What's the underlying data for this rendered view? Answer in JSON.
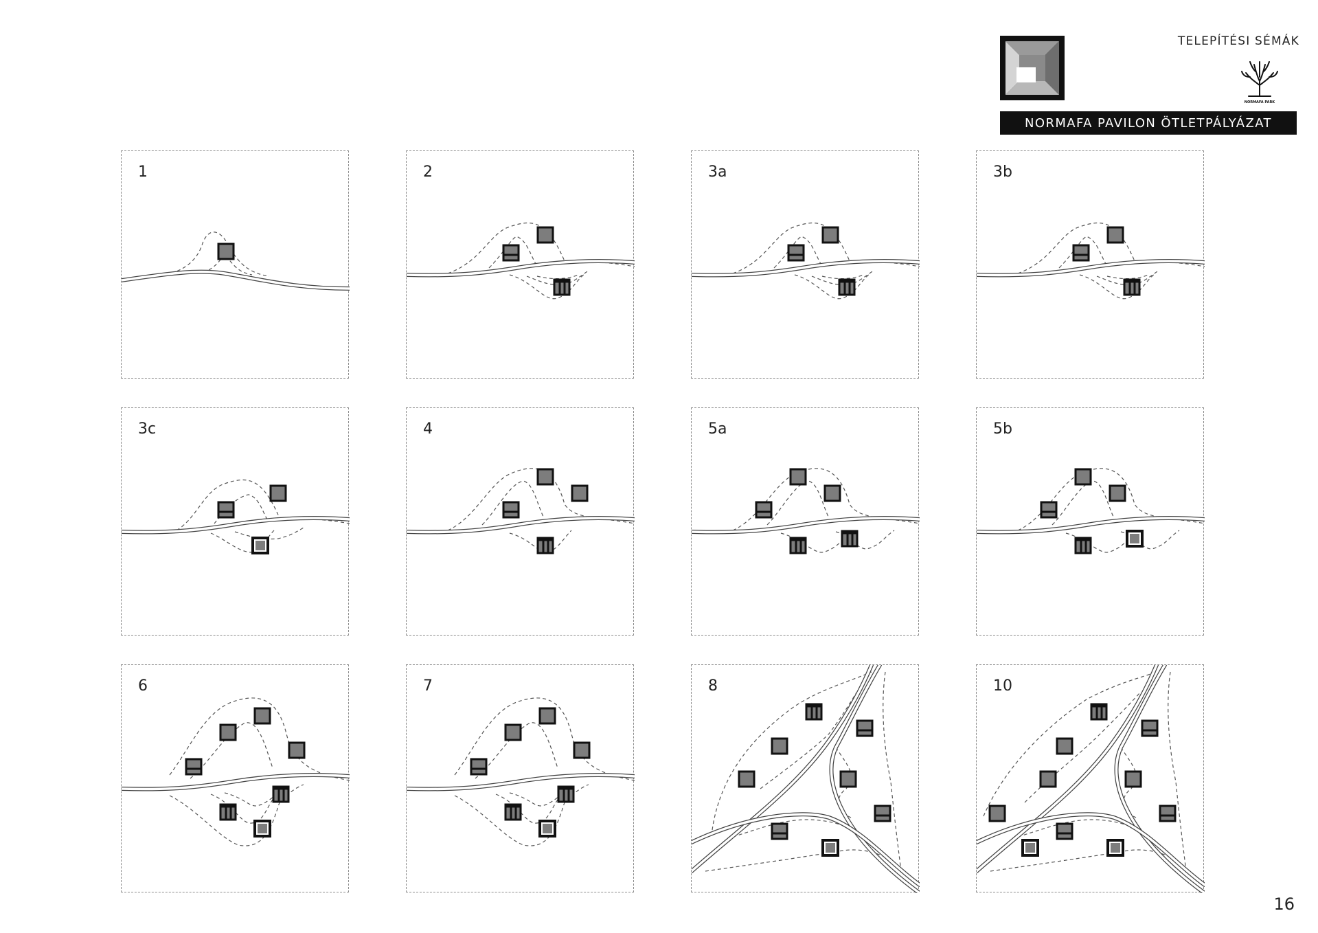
{
  "header": {
    "section_title": "TELEPÍTÉSI SÉMÁK",
    "title": "NORMAFA PAVILON ÖTLETPÁLYÁZAT",
    "brand_text": "NORMAFA PARK"
  },
  "page_number": "16",
  "colors": {
    "building_fill": "#7d7d7d",
    "building_stroke": "#111111",
    "dash": "#555555"
  },
  "panels": [
    {
      "label": "1",
      "layout": "A",
      "buildings": [
        {
          "t": "plain"
        }
      ]
    },
    {
      "label": "2",
      "layout": "B",
      "buildings": [
        {
          "t": "bar"
        },
        {
          "t": "plain"
        },
        {
          "t": "split"
        }
      ]
    },
    {
      "label": "3a",
      "layout": "B",
      "buildings": [
        {
          "t": "bar"
        },
        {
          "t": "plain"
        },
        {
          "t": "split"
        }
      ]
    },
    {
      "label": "3b",
      "layout": "B",
      "buildings": [
        {
          "t": "bar"
        },
        {
          "t": "plain"
        },
        {
          "t": "split"
        }
      ]
    },
    {
      "label": "3c",
      "layout": "C",
      "buildings": [
        {
          "t": "bar"
        },
        {
          "t": "plain"
        },
        {
          "t": "ring"
        }
      ]
    },
    {
      "label": "4",
      "layout": "D",
      "buildings": [
        {
          "t": "bar"
        },
        {
          "t": "plain"
        },
        {
          "t": "plain"
        },
        {
          "t": "split"
        }
      ]
    },
    {
      "label": "5a",
      "layout": "E",
      "buildings": [
        {
          "t": "bar"
        },
        {
          "t": "plain"
        },
        {
          "t": "plain"
        },
        {
          "t": "split"
        },
        {
          "t": "split"
        }
      ]
    },
    {
      "label": "5b",
      "layout": "E",
      "buildings": [
        {
          "t": "bar"
        },
        {
          "t": "plain"
        },
        {
          "t": "plain"
        },
        {
          "t": "split"
        },
        {
          "t": "ring"
        }
      ]
    },
    {
      "label": "6",
      "layout": "F",
      "buildings": [
        {
          "t": "bar"
        },
        {
          "t": "plain"
        },
        {
          "t": "plain"
        },
        {
          "t": "plain"
        },
        {
          "t": "split"
        },
        {
          "t": "split"
        },
        {
          "t": "ring"
        }
      ]
    },
    {
      "label": "7",
      "layout": "F",
      "buildings": [
        {
          "t": "bar"
        },
        {
          "t": "plain"
        },
        {
          "t": "plain"
        },
        {
          "t": "plain"
        },
        {
          "t": "split"
        },
        {
          "t": "split"
        },
        {
          "t": "ring"
        }
      ]
    },
    {
      "label": "8",
      "layout": "G",
      "buildings": [
        {
          "t": "split"
        },
        {
          "t": "bar"
        },
        {
          "t": "plain"
        },
        {
          "t": "plain"
        },
        {
          "t": "plain"
        },
        {
          "t": "bar"
        },
        {
          "t": "bar"
        },
        {
          "t": "ring"
        }
      ]
    },
    {
      "label": "10",
      "layout": "H",
      "buildings": [
        {
          "t": "split"
        },
        {
          "t": "bar"
        },
        {
          "t": "plain"
        },
        {
          "t": "plain"
        },
        {
          "t": "plain"
        },
        {
          "t": "bar"
        },
        {
          "t": "plain"
        },
        {
          "t": "bar"
        },
        {
          "t": "ring"
        },
        {
          "t": "ring"
        }
      ]
    }
  ]
}
